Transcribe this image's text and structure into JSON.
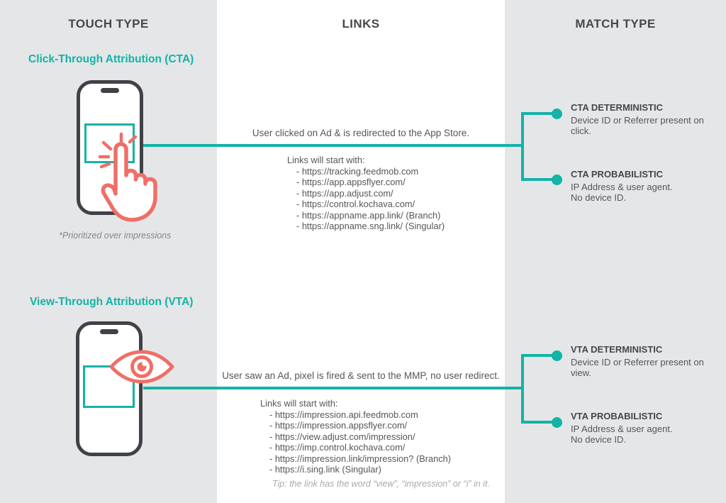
{
  "header": {
    "touch_type": "TOUCH TYPE",
    "links": "LINKS",
    "match_type": "MATCH TYPE"
  },
  "colors": {
    "teal": "#13b3a7",
    "coral": "#ef6f68",
    "panel_gray": "#e5e6e7",
    "heading_gray": "#47484c",
    "body_gray": "#55565a",
    "muted_gray": "#a8aaad",
    "phone_dark": "#414247"
  },
  "cta": {
    "heading": "Click-Through Attribution (CTA)",
    "footnote": "*Prioritized over impressions",
    "description": "User clicked on Ad & is redirected to the App Store.",
    "links_intro": "Links will start with:",
    "links": [
      "- https://tracking.feedmob.com",
      "- https://app.appsflyer.com/",
      "- https://app.adjust.com/",
      "- https://control.kochava.com/",
      "- https://appname.app.link/ (Branch)",
      "- https://appname.sng.link/ (Singular)"
    ],
    "match_types": [
      {
        "title": "CTA DETERMINISTIC",
        "line1": "Device ID or Referrer present on click."
      },
      {
        "title": "CTA PROBABILISTIC",
        "line1": "IP Address & user agent.",
        "line2": "No device ID."
      }
    ]
  },
  "vta": {
    "heading": "View-Through Attribution (VTA)",
    "description": "User saw an Ad, pixel is fired & sent to the MMP, no user redirect.",
    "links_intro": "Links will start with:",
    "links": [
      "- https://impression.api.feedmob.com",
      "- https://impression.appsflyer.com/",
      "- https://view.adjust.com/impression/",
      "- https://imp.control.kochava.com/",
      "- https://impression.link/impression? (Branch)",
      "- https://i.sing.link (Singular)"
    ],
    "tip": "Tip: the link has the word “view”, “impression” or “i” in it.",
    "match_types": [
      {
        "title": "VTA DETERMINISTIC",
        "line1": "Device ID or Referrer present on view."
      },
      {
        "title": "VTA PROBABILISTIC",
        "line1": "IP Address & user agent.",
        "line2": "No device ID."
      }
    ]
  }
}
